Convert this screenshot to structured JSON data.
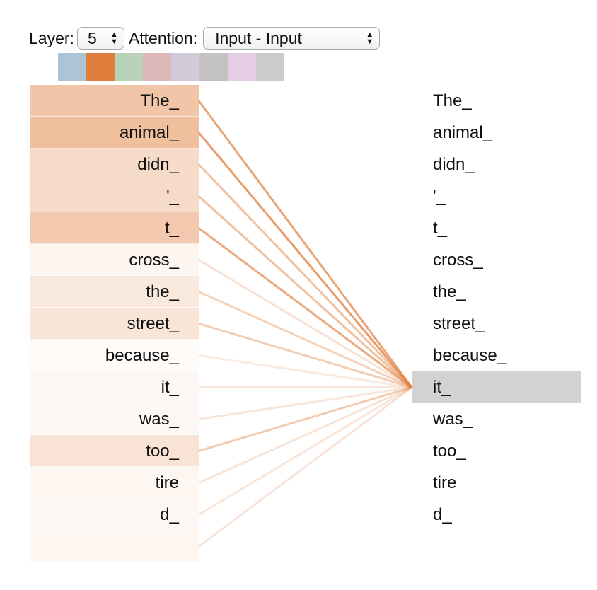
{
  "controls": {
    "layer_label": "Layer:",
    "layer_value": "5",
    "attention_label": "Attention:",
    "attention_value": "Input - Input"
  },
  "heads": [
    {
      "color": "#aec3d3",
      "active": false
    },
    {
      "color": "#e07f3d",
      "active": true
    },
    {
      "color": "#b8d3b8",
      "active": false
    },
    {
      "color": "#dcb8b8",
      "active": false
    },
    {
      "color": "#d3cbd9",
      "active": false
    },
    {
      "color": "#c3c3c3",
      "active": false
    },
    {
      "color": "#e6cde6",
      "active": false
    },
    {
      "color": "#cbcbcb",
      "active": false
    }
  ],
  "accent_color": "#e07f3d",
  "selected_highlight": "#d2d2d2",
  "selected_index": 9,
  "left_tokens": [
    {
      "text": "The_",
      "weight": 0.45
    },
    {
      "text": "animal_",
      "weight": 0.5
    },
    {
      "text": "didn_",
      "weight": 0.28
    },
    {
      "text": "'_",
      "weight": 0.28
    },
    {
      "text": "t_",
      "weight": 0.42
    },
    {
      "text": "cross_",
      "weight": 0.08
    },
    {
      "text": "the_",
      "weight": 0.18
    },
    {
      "text": "street_",
      "weight": 0.2
    },
    {
      "text": "because_",
      "weight": 0.03
    },
    {
      "text": "it_",
      "weight": 0.06
    },
    {
      "text": "was_",
      "weight": 0.06
    },
    {
      "text": "too_",
      "weight": 0.22
    },
    {
      "text": "tire",
      "weight": 0.07
    },
    {
      "text": "d_",
      "weight": 0.06
    },
    {
      "text": "",
      "weight": 0.07
    }
  ],
  "right_tokens": [
    "The_",
    "animal_",
    "didn_",
    "'_",
    "t_",
    "cross_",
    "the_",
    "street_",
    "because_",
    "it_",
    "was_",
    "too_",
    "tire",
    "d_"
  ]
}
